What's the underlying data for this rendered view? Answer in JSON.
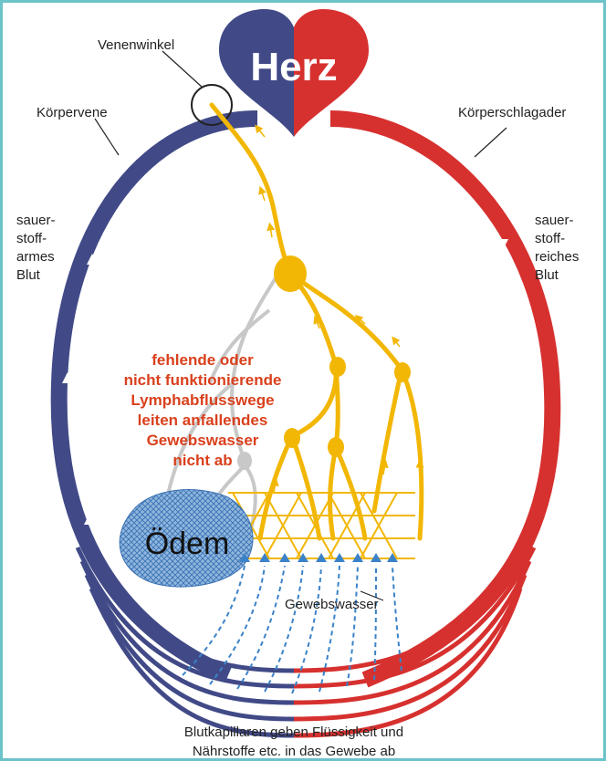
{
  "heart_label": "Herz",
  "labels": {
    "venenwinkel": "Venenwinkel",
    "koerpervene": "Körpervene",
    "koerperschlagader": "Körperschlagader",
    "oedem": "Ödem",
    "gewebswasser": "Gewebswasser"
  },
  "left_side_text": [
    "sauer-",
    "stoff-",
    "armes",
    "Blut"
  ],
  "right_side_text": [
    "sauer-",
    "stoff-",
    "reiches",
    "Blut"
  ],
  "warning_text": [
    "fehlende oder",
    "nicht funktionierende",
    "Lymphabflusswege",
    "leiten anfallendes",
    "Gewebswasser",
    "nicht ab"
  ],
  "caption": [
    "Blutkapillaren geben Flüssigkeit und",
    "Nährstoffe etc. in das Gewebe ab"
  ],
  "colors": {
    "vein": "#414a87",
    "artery": "#d6312f",
    "lymph": "#f2b705",
    "grey_vessel": "#c8c8c8",
    "warning": "#d9401c",
    "tissue_water": "#3b82c8",
    "frame": "#6cc3c8"
  }
}
